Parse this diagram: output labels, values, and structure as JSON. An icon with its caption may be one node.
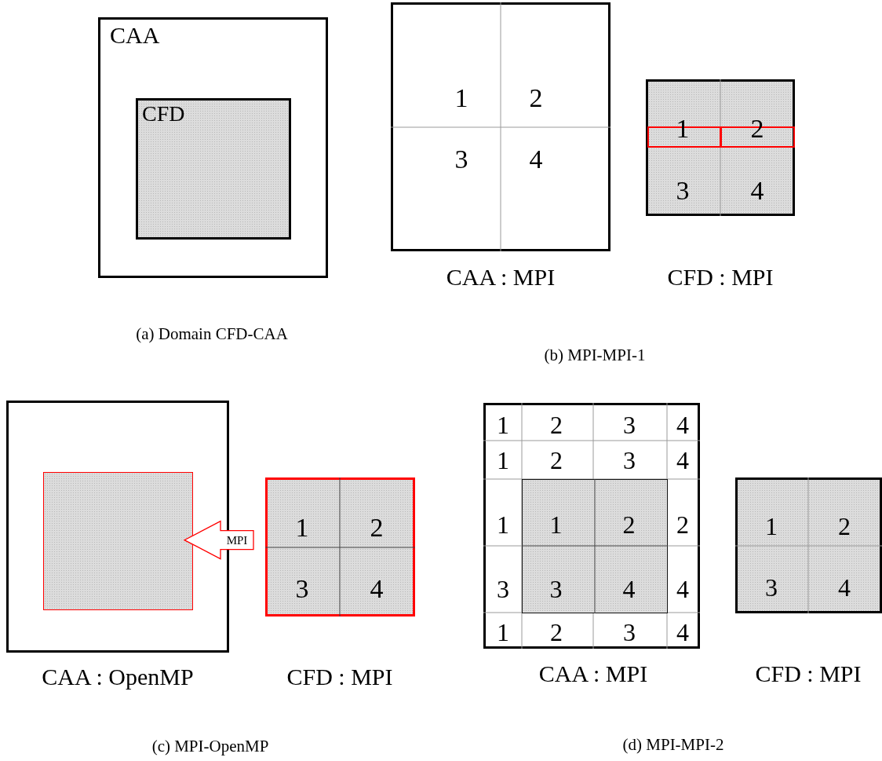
{
  "diagram": {
    "nodes": [
      {
        "text": [
          "CAA"
        ]
      },
      {
        "text": [
          "CFD"
        ],
        "in": 0
      },
      {
        "text": [
          "1",
          "2",
          "3",
          "4"
        ],
        "beside": [
          "CAA : MPI"
        ]
      },
      {
        "text": [
          "3",
          "4"
        ],
        "beside": [
          "CFD : MPI"
        ]
      },
      {
        "text": [
          "1"
        ],
        "in": 3
      },
      {
        "text": [
          "2"
        ],
        "in": 3
      },
      {
        "text": [],
        "shape": "box",
        "beside": [
          "CAA : OpenMP"
        ]
      },
      {
        "text": [],
        "shape": "box",
        "in": 6
      },
      {
        "text": [
          "1",
          "2",
          "3",
          "4"
        ],
        "beside": [
          "CFD : MPI"
        ]
      },
      {
        "text": [
          "1",
          "2",
          "3",
          "4",
          "1",
          "2",
          "3",
          "4",
          "1",
          "2",
          "3",
          "4",
          "1",
          "2",
          "3",
          "4"
        ],
        "beside": [
          "CAA : MPI"
        ]
      },
      {
        "text": [
          "1",
          "2",
          "3",
          "4"
        ],
        "in": 9
      },
      {
        "text": [
          "1",
          "2",
          "3",
          "4"
        ],
        "beside": [
          "CFD : MPI"
        ]
      }
    ],
    "edges": [
      {
        "from": 8,
        "to": 7,
        "arrow": "to",
        "label": "MPI",
        "color": "#ff0000"
      }
    ],
    "labels": [
      "(a) Domain CFD-CAA",
      "(b) MPI-MPI-1",
      "(c) MPI-OpenMP",
      "(d) MPI-MPI-2"
    ]
  }
}
